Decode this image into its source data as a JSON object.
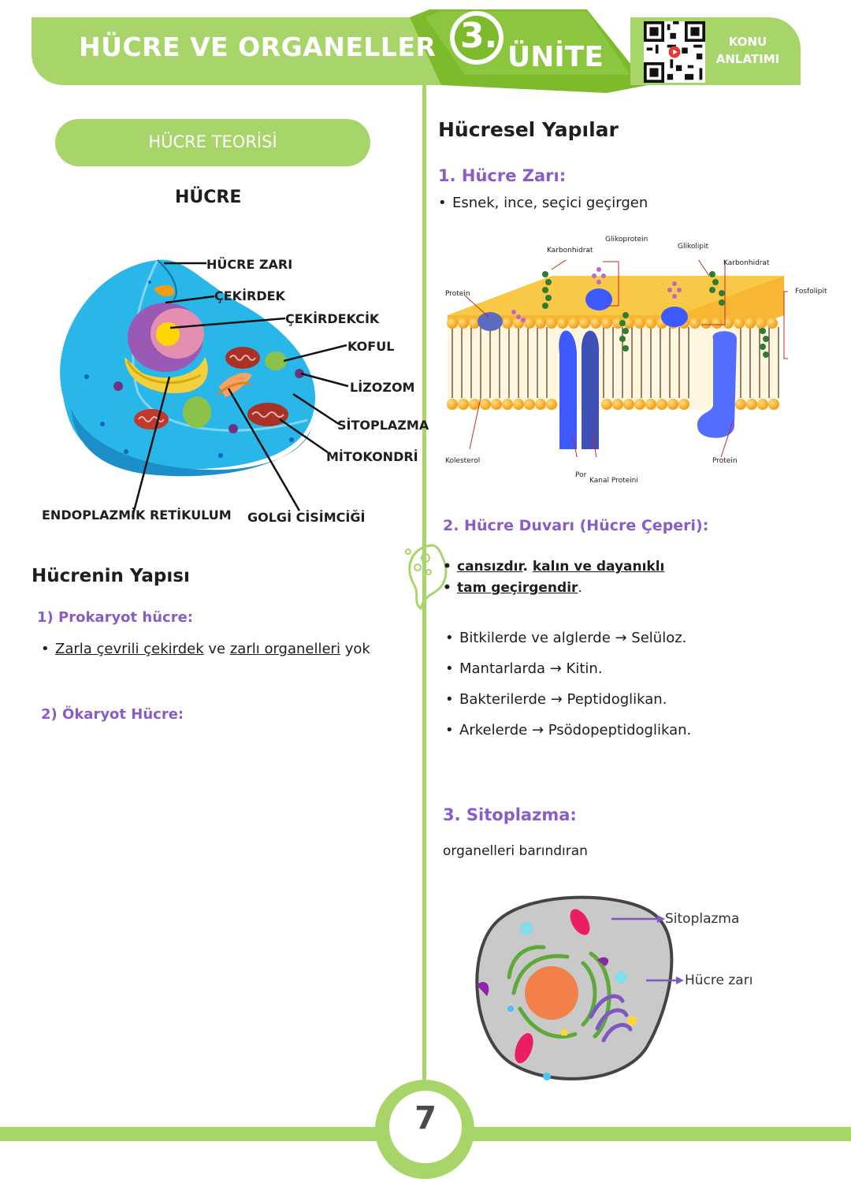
{
  "header": {
    "title": "HÜCRE VE ORGANELLER",
    "unit_number": "3.",
    "unit_word": "ÜNİTE",
    "konu_line1": "KONU",
    "konu_line2": "ANLATIMI"
  },
  "left": {
    "section_pill": "HÜCRE TEORİSİ",
    "cell_title": "HÜCRE",
    "labels": {
      "zar": "HÜCRE ZARI",
      "cekirdek": "ÇEKİRDEK",
      "cekirdekcik": "ÇEKİRDEKCİK",
      "koful": "KOFUL",
      "lizozom": "LİZOZOM",
      "sitoplazma": "SİTOPLAZMA",
      "mitokondri": "MİTOKONDRİ",
      "er": "ENDOPLAZMİK RETİKULUM",
      "golgi": "GOLGİ CİSİMCİĞİ"
    },
    "structure_heading": "Hücrenin Yapısı",
    "prokaryot_heading": "1) Prokaryot hücre:",
    "prokaryot_item": {
      "part1": "Zarla çevrili çekirdek",
      "part2": " ve ",
      "part3": "zarlı organelleri",
      "part4": " yok"
    },
    "okaryot_heading": "2) Ökaryot Hücre:"
  },
  "right": {
    "title": "Hücresel Yapılar",
    "zar_heading": "1. Hücre Zarı:",
    "zar_item": "Esnek, ince, seçici geçirgen",
    "membrane_labels": {
      "glikoprotein": "Glikoprotein",
      "karbonhidrat1": "Karbonhidrat",
      "glikolipit": "Glikolipit",
      "karbonhidrat2": "Karbonhidrat",
      "protein1": "Protein",
      "fosfolipit": "Fosfolipit",
      "kolesterol": "Kolesterol",
      "por": "Por",
      "kanal": "Kanal Proteini",
      "protein2": "Protein"
    },
    "duvar_heading": "2. Hücre Duvarı (Hücre Çeperi):",
    "duvar_items": {
      "a": "cansızdır",
      "b": ". ",
      "c": "kalın ve dayanıklı",
      "d": "tam geçirgendir",
      "e": "."
    },
    "wall_list": [
      "Bitkilerde ve alglerde → Selüloz.",
      "Mantarlarda → Kitin.",
      "Bakterilerde → Peptidoglikan.",
      "Arkelerde → Psödopeptidoglikan."
    ],
    "sito_heading": "3. Sitoplazma:",
    "sito_text": "organelleri barındıran",
    "diagram_labels": {
      "sitoplazma": "Sitoplazma",
      "zar": "Hücre zarı"
    }
  },
  "page_number": "7",
  "colors": {
    "accent": "#a8d56a",
    "dark_green": "#7dbb2d",
    "purple": "#8a5cc8"
  }
}
